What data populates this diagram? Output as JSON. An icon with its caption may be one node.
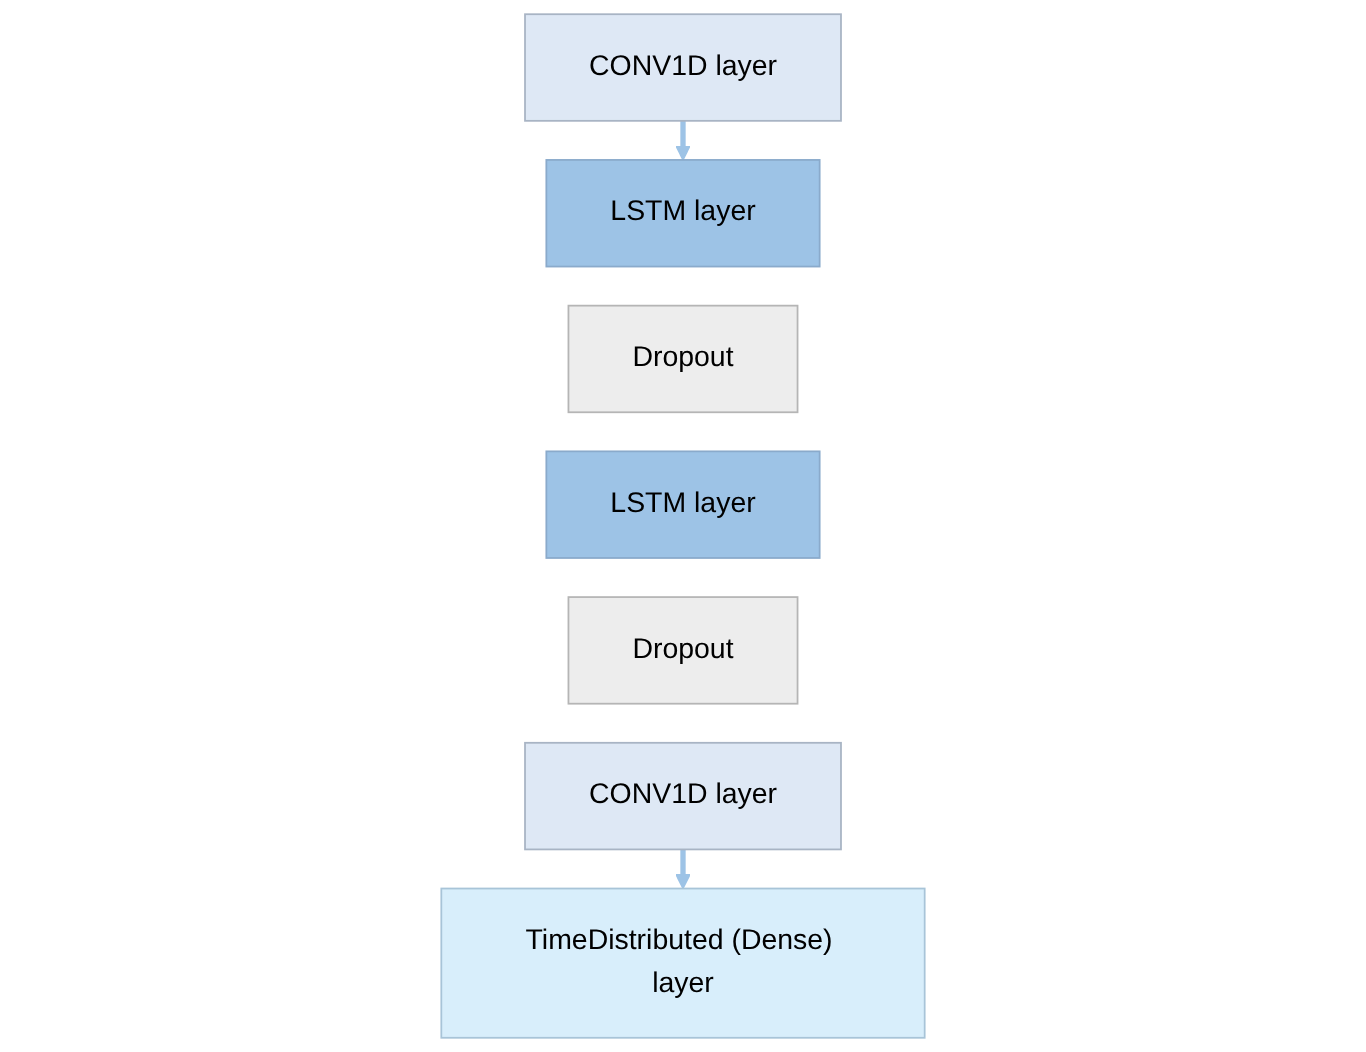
{
  "diagram": {
    "nodes": [
      {
        "text": [
          "CONV1D layer"
        ]
      },
      {
        "text": [
          "LSTM layer"
        ]
      },
      {
        "text": [
          "Dropout"
        ]
      },
      {
        "text": [
          "LSTM layer"
        ]
      },
      {
        "text": [
          "Dropout"
        ]
      },
      {
        "text": [
          "CONV1D layer"
        ]
      },
      {
        "text": [
          "TimeDistributed (Dense) layer"
        ]
      }
    ],
    "edges": [
      {
        "from": 0,
        "to": 1,
        "arrow": "to"
      },
      {
        "from": 5,
        "to": 6,
        "arrow": "to"
      }
    ]
  }
}
